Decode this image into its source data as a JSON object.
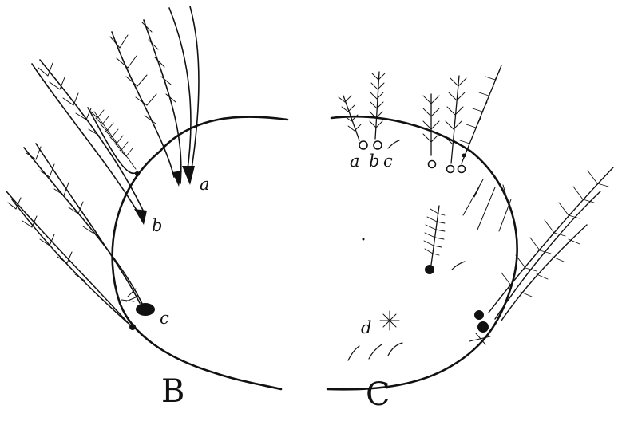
{
  "figure": {
    "panel_b": {
      "label": "B",
      "point_labels": {
        "a": "a",
        "b": "b",
        "c": "c"
      }
    },
    "panel_c": {
      "label": "C",
      "point_labels": {
        "a": "a",
        "b": "b",
        "c": "c",
        "d": "d"
      }
    }
  },
  "colors": {
    "ink": "#111111",
    "paper": "#ffffff"
  }
}
